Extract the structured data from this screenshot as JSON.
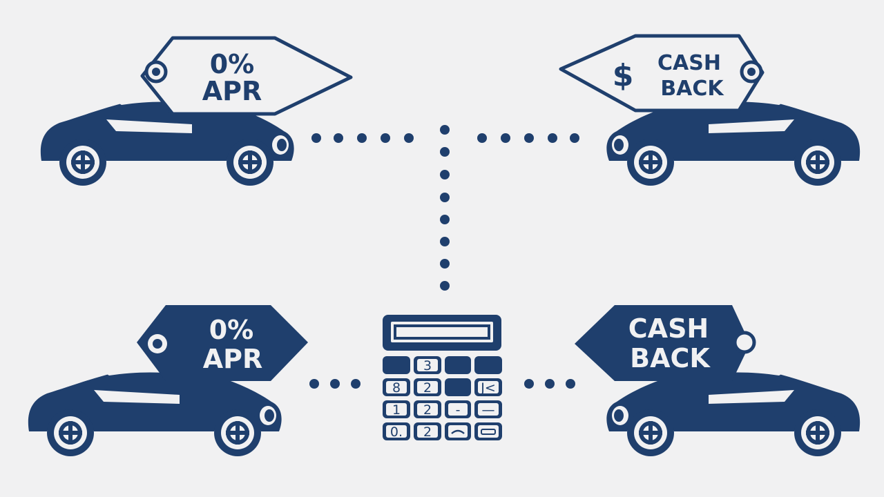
{
  "colors": {
    "navy": "#1f3f6d",
    "background": "#f1f1f2",
    "light": "#f1f1f2"
  },
  "icons": {
    "car": "car-icon",
    "tag": "price-tag-icon",
    "calculator": "calculator-icon",
    "dollar": "dollar-sign-icon"
  },
  "offers": {
    "top_left": {
      "line1": "0%",
      "line2": "APR"
    },
    "top_right": {
      "symbol": "$",
      "line1": "CASH",
      "line2": "BACK"
    },
    "bottom_left": {
      "line1": "0%",
      "line2": "APR"
    },
    "bottom_right": {
      "line1": "CASH",
      "line2": "BACK"
    }
  },
  "calculator": {
    "keys": [
      "3",
      "8",
      "2",
      "J<",
      "1",
      "2",
      "-",
      "—",
      "0.",
      "2"
    ]
  }
}
